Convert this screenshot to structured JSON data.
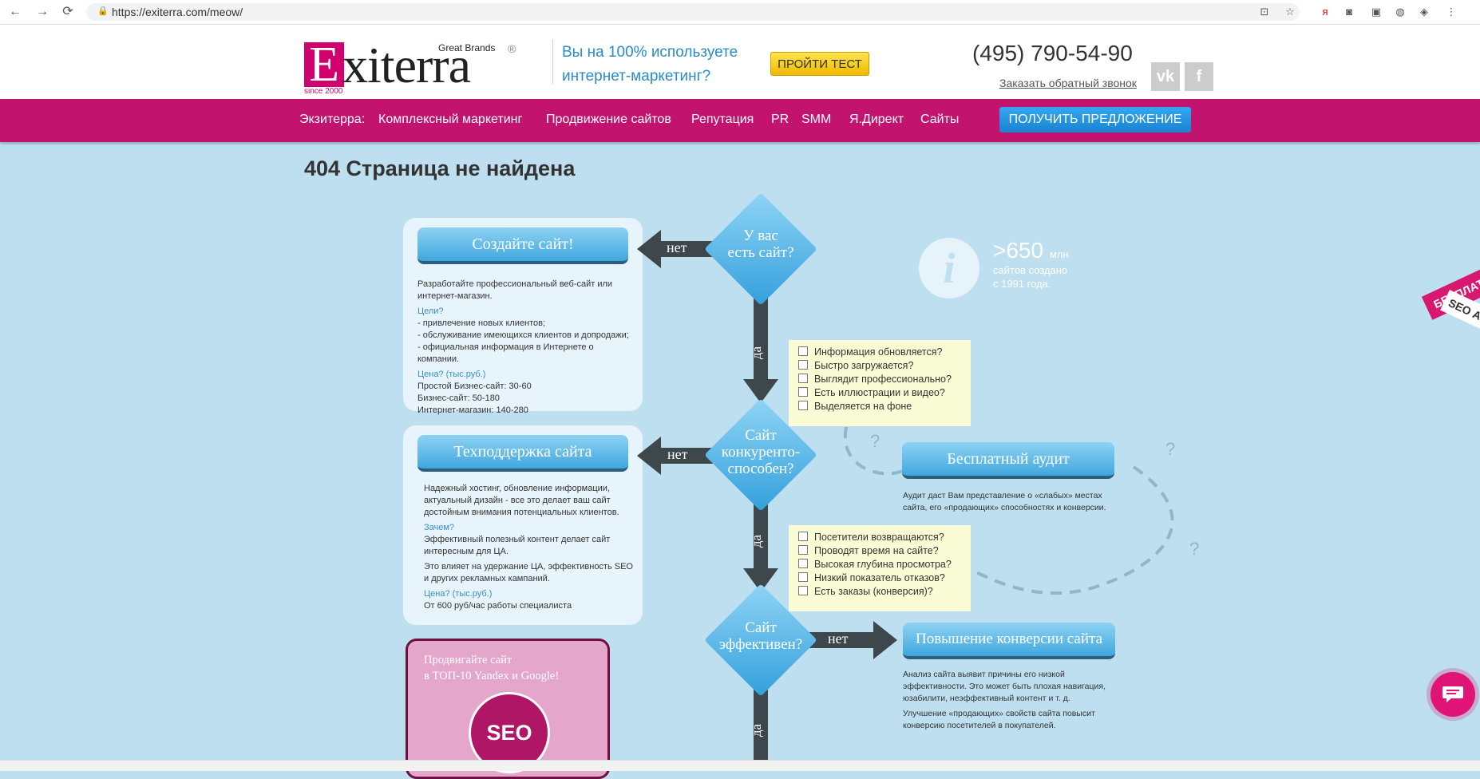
{
  "browser": {
    "url": "https://exiterra.com/meow/"
  },
  "header": {
    "logo_letter": "E",
    "logo_rest": "xiterra",
    "logo_great_brands": "Great Brands",
    "logo_reg": "®",
    "logo_since": "since 2000",
    "tagline": "Вы на 100% используете интернет-маркетинг?",
    "test_button": "ПРОЙТИ ТЕСТ",
    "phone": "(495) 790-54-90",
    "callback_link": "Заказать обратный звонок",
    "vk_label": "vk",
    "fb_label": "f"
  },
  "menu": {
    "label": "Экзитерра:",
    "items": [
      "Комплексный маркетинг",
      "Продвижение сайтов",
      "Репутация",
      "PR",
      "SMM",
      "Я.Директ",
      "Сайты"
    ],
    "offer_button": "ПОЛУЧИТЬ ПРЕДЛОЖЕНИЕ"
  },
  "page": {
    "title": "404 Страница не найдена"
  },
  "flow": {
    "q1": [
      "У вас",
      "есть сайт?"
    ],
    "q2": [
      "Сайт",
      "конкуренто-",
      "способен?"
    ],
    "q3": [
      "Сайт",
      "эффективен?"
    ],
    "no": "нет",
    "yes": "да"
  },
  "card1": {
    "button": "Создайте сайт!",
    "intro": "Разработайте профессиональный веб-сайт или интернет-магазин.",
    "goals_title": "Цели?",
    "goals": [
      "- привлечение новых клиентов;",
      "- обслуживание имеющихся клиентов и допродажи;",
      "- официальная информация в Интернете о компании."
    ],
    "price_title": "Цена? (тыс.руб.)",
    "prices": [
      "Простой Бизнес-сайт: 30-60",
      "Бизнес-сайт: 50-180",
      "Интернет-магазин: 140-280"
    ]
  },
  "card2": {
    "button": "Техподдержка сайта",
    "intro": "Надежный хостинг, обновление информации, актуальный дизайн - все это делает ваш сайт достойным внимания потенциальных клиентов.",
    "why_title": "Зачем?",
    "why1": "Эффективный полезный контент делает сайт интересным для ЦА.",
    "why2": "Это влияет на удержание ЦА, эффективность SEO и других рекламных кампаний.",
    "price_title": "Цена? (тыс.руб.)",
    "price": "От 600 руб/час работы специалиста"
  },
  "seo_card": {
    "text1": "Продвигайте сайт",
    "text2": "в ТОП-10 Yandex и Google!",
    "badge": "SEO"
  },
  "checklist1": [
    "Информация обновляется?",
    "Быстро загружается?",
    "Выглядит профессионально?",
    "Есть иллюстрации и видео?",
    "Выделяется на фоне"
  ],
  "checklist2": [
    "Посетители возвращаются?",
    "Проводят время на сайте?",
    "Высокая глубина просмотра?",
    "Низкий показатель отказов?",
    "Есть заказы (конверсия)?"
  ],
  "audit": {
    "button": "Бесплатный аудит",
    "text": "Аудит даст Вам представление о «слабых» местах сайта, его «продающих» способностях и конверсии."
  },
  "conversion": {
    "button": "Повышение конверсии сайта",
    "text1": "Анализ сайта выявит причины его низкой эффективности. Это может быть плохая навигация, юзабилити, неэффективный контент и т. д.",
    "text2": "Улучшение «продающих» свойств сайта повысит конверсию посетителей в покупателей."
  },
  "info": {
    "icon": "i",
    "number": ">650",
    "unit": "млн",
    "sub1": "сайтов создано",
    "sub2": "с 1991 года."
  },
  "side_ribbon": {
    "top": "БЕСПЛАТ",
    "bottom": "SEO А"
  },
  "colors": {
    "magenta": "#c2136e",
    "background": "#bddfef",
    "blue_button": "#1b82cf"
  }
}
